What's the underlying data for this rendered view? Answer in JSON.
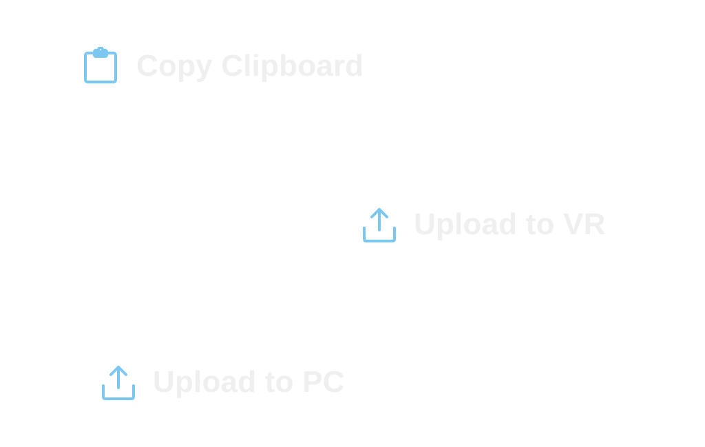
{
  "accent_color": "#7cc7f2",
  "label_color": "#efefef",
  "actions": {
    "copy_clipboard": {
      "label": "Copy Clipboard",
      "icon": "clipboard-icon"
    },
    "upload_vr": {
      "label": "Upload to VR",
      "icon": "upload-icon"
    },
    "upload_pc": {
      "label": "Upload to PC",
      "icon": "upload-icon"
    }
  }
}
